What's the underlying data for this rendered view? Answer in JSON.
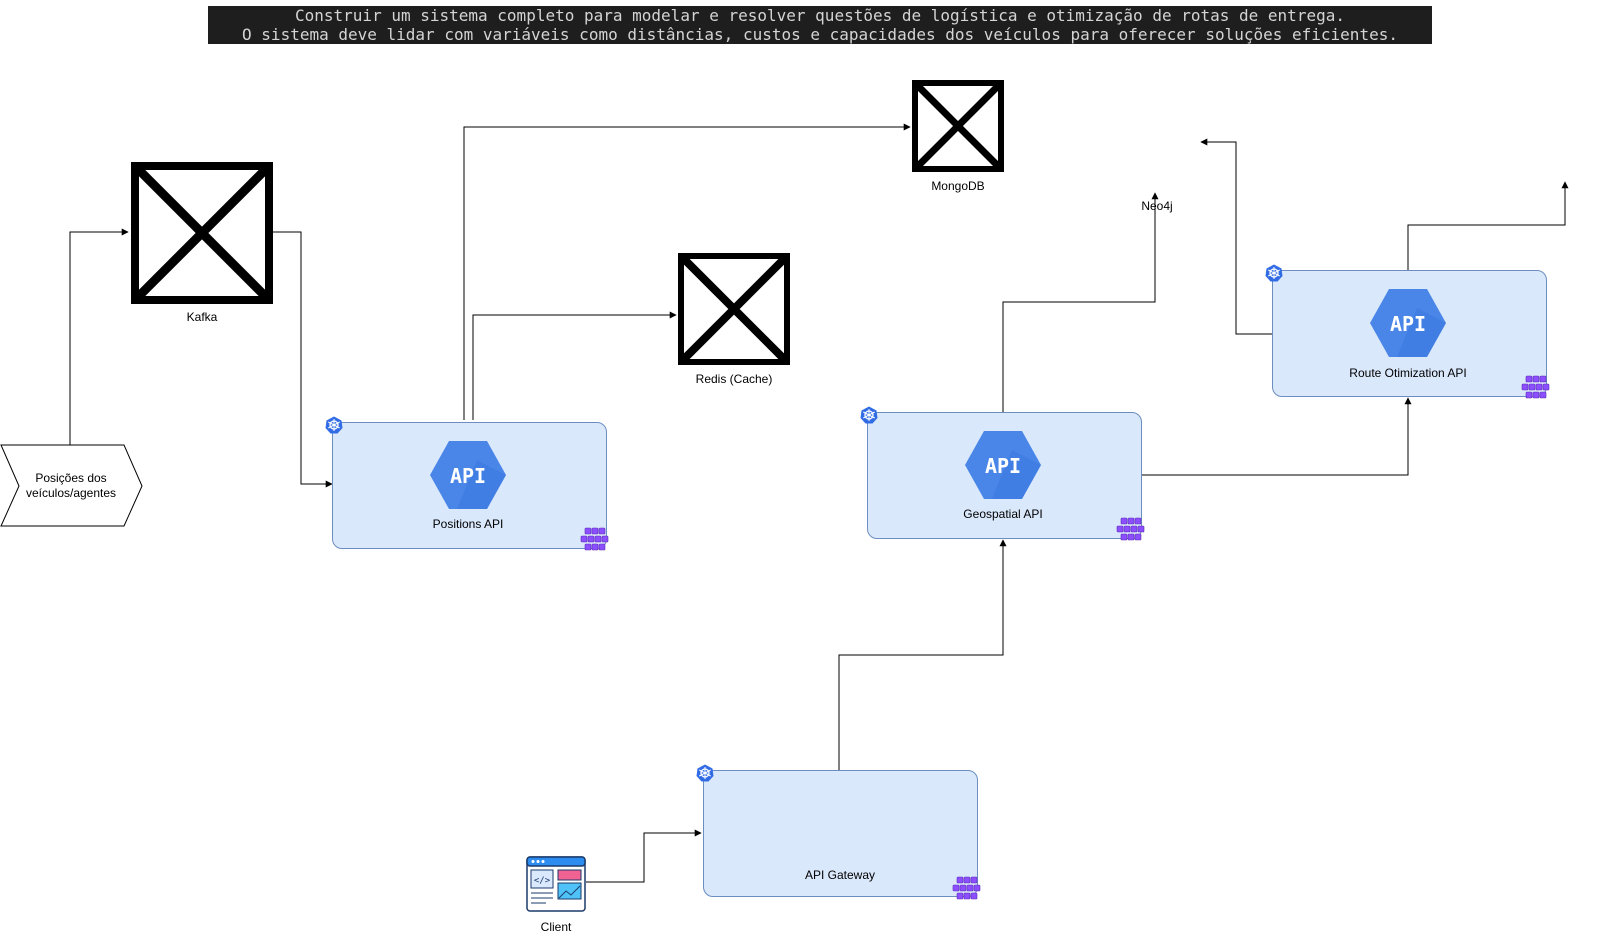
{
  "header": {
    "line1": "Construir um sistema completo para modelar e resolver questões de logística e otimização de rotas de entrega.",
    "line2": "O sistema deve lidar com variáveis como distâncias, custos e capacidades dos veículos para oferecer soluções eficientes."
  },
  "nodes": {
    "source": "Posições dos\nveículos/agentes",
    "kafka": "Kafka",
    "mongodb": "MongoDB",
    "redis": "Redis (Cache)",
    "neo4j": "Neo4j",
    "positions_api": "Positions API",
    "geospatial_api": "Geospatial API",
    "route_api": "Route Otimization API",
    "api_gateway": "API Gateway",
    "client": "Client",
    "api_badge": "API"
  },
  "colors": {
    "service_fill": "#dae8fc",
    "service_stroke": "#6c8ebf",
    "api_blue": "#4a86e8",
    "k8s_blue": "#326ce5",
    "grid_purple": "#8c4fff"
  }
}
